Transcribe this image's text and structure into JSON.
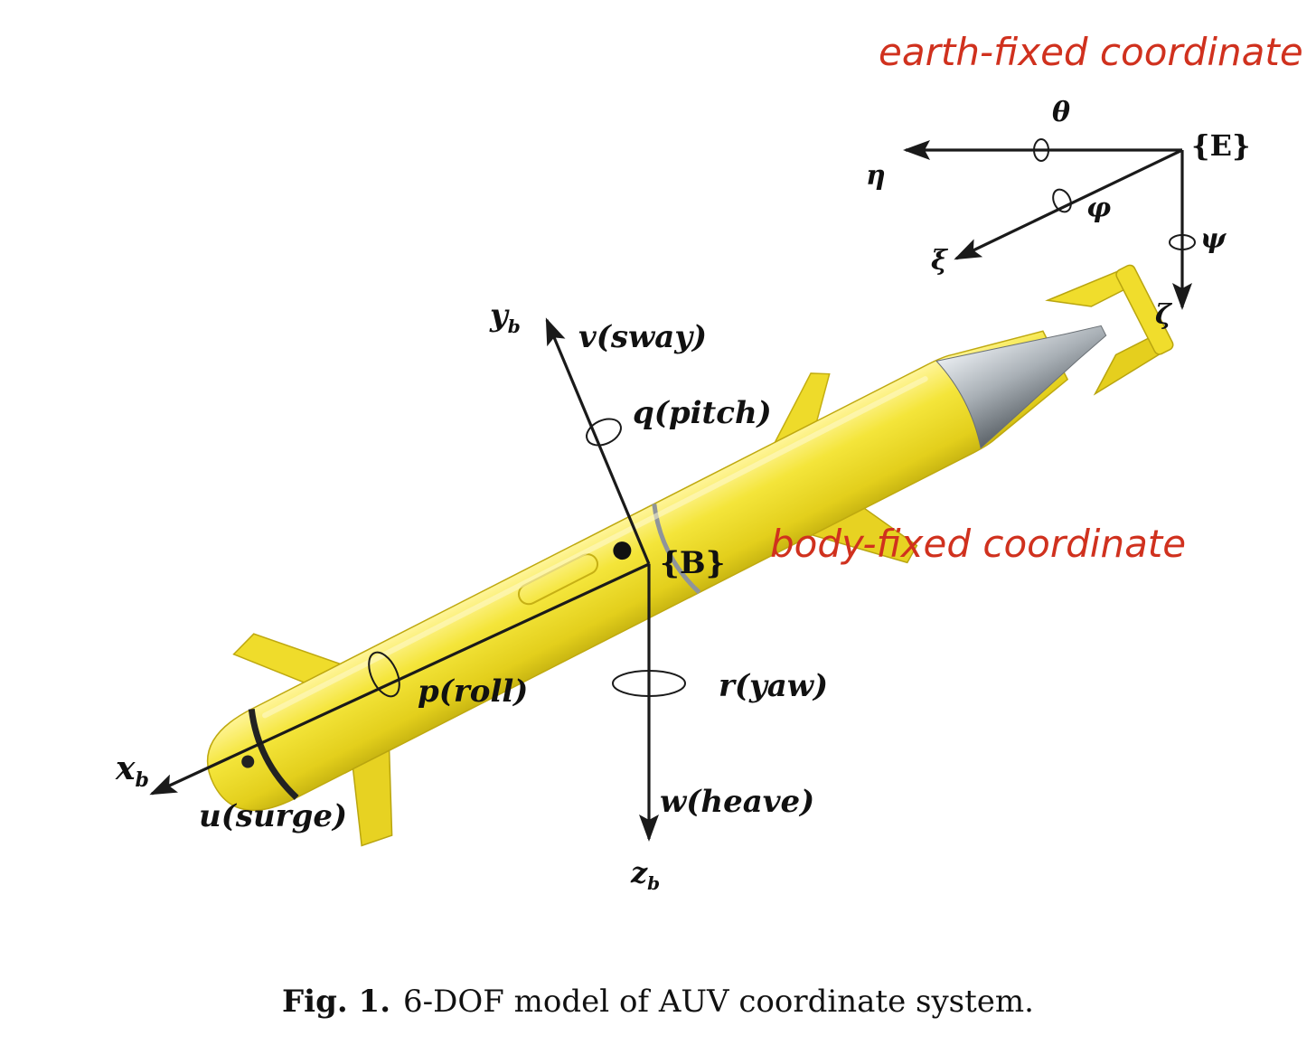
{
  "earth_frame": {
    "handwritten_label": "earth-fixed coordinate",
    "origin": "{E}",
    "axes": {
      "eta": "η",
      "xi": "ξ",
      "zeta": "ζ"
    },
    "rotations": {
      "theta": "θ",
      "phi": "φ",
      "psi": "ψ"
    }
  },
  "body_frame": {
    "handwritten_label": "body-fixed coordinate",
    "origin": "{B}",
    "axes": {
      "x": "x",
      "x_sub": "b",
      "y": "y",
      "y_sub": "b",
      "z": "z",
      "z_sub": "b"
    },
    "motions": {
      "surge": "u(surge)",
      "sway": "v(sway)",
      "heave": "w(heave)",
      "roll": "p(roll)",
      "pitch": "q(pitch)",
      "yaw": "r(yaw)"
    }
  },
  "caption": {
    "label": "Fig. 1.",
    "text": "6-DOF model of AUV coordinate system."
  },
  "colors": {
    "vehicle_body": "#f2e32c",
    "vehicle_shade": "#c9b612",
    "annotation": "#d0311e",
    "axes": "#1a1a1a"
  }
}
